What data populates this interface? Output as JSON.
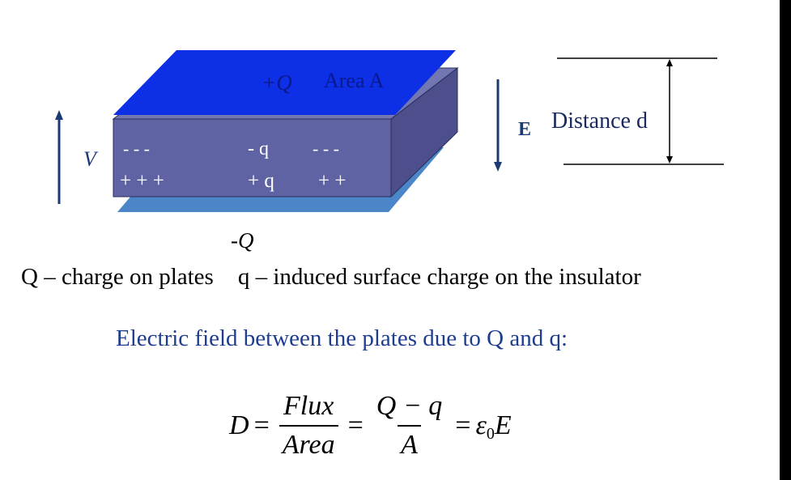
{
  "diagram": {
    "top_plate_charge": "+Q",
    "area_label": "Area A",
    "voltage_label": "V",
    "field_label": "E",
    "distance_label": "Distance d",
    "bottom_plate_charge": "-Q",
    "induced_neg_left": "- - -",
    "induced_neg_mid": "- q",
    "induced_neg_right": "- - -",
    "induced_pos_left": "+ + +",
    "induced_pos_mid": "+ q",
    "induced_pos_right": "+ +"
  },
  "legend": {
    "plates": "Q – charge on plates",
    "induced": "q – induced surface charge on the insulator"
  },
  "field_statement": "Electric field between the plates due to Q and q:",
  "equation": {
    "lhs": "D",
    "eq1": "=",
    "num1": "Flux",
    "den1": "Area",
    "eq2": "=",
    "num2": "Q − q",
    "den2": "A",
    "eq3": "=",
    "epsilon": "ε",
    "epsilon_sub": "0",
    "rhs": "E"
  },
  "colors": {
    "top_plate": "#0d2fe6",
    "bottom_plate": "#4a86c8",
    "slab_front": "#5f63a3",
    "slab_top": "#7276b1",
    "slab_side": "#4c4f8c",
    "arrow": "#1a3a73",
    "heading_text": "#1f3d8f"
  }
}
